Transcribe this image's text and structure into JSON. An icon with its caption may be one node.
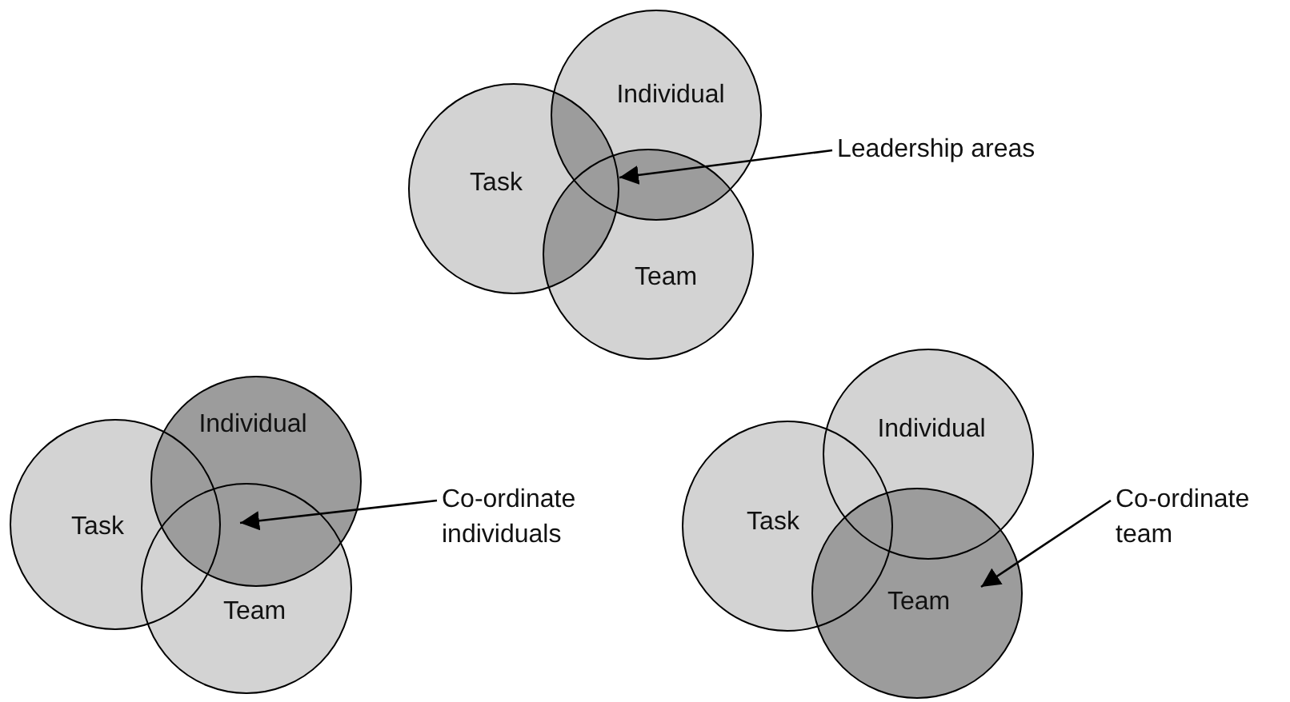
{
  "diagram": {
    "nodes": [
      {
        "text": [
          "Individual"
        ]
      },
      {
        "text": [
          "Task"
        ]
      },
      {
        "text": [
          "Team"
        ]
      },
      {
        "text": [
          "Leadership areas"
        ]
      },
      {
        "text": [
          "Individual"
        ]
      },
      {
        "text": [
          "Task"
        ]
      },
      {
        "text": [
          "Team"
        ]
      },
      {
        "text": [
          "Co-ordinate individuals"
        ]
      },
      {
        "text": [
          "Individual"
        ]
      },
      {
        "text": [
          "Task"
        ]
      },
      {
        "text": [
          "Team"
        ]
      },
      {
        "text": [
          "Co-ordinate team"
        ]
      }
    ],
    "edges": [
      {
        "from": 3,
        "to": 0,
        "arrow": "to"
      },
      {
        "from": 7,
        "to": 4,
        "arrow": "to"
      },
      {
        "from": 11,
        "to": 10,
        "arrow": "to"
      }
    ]
  }
}
